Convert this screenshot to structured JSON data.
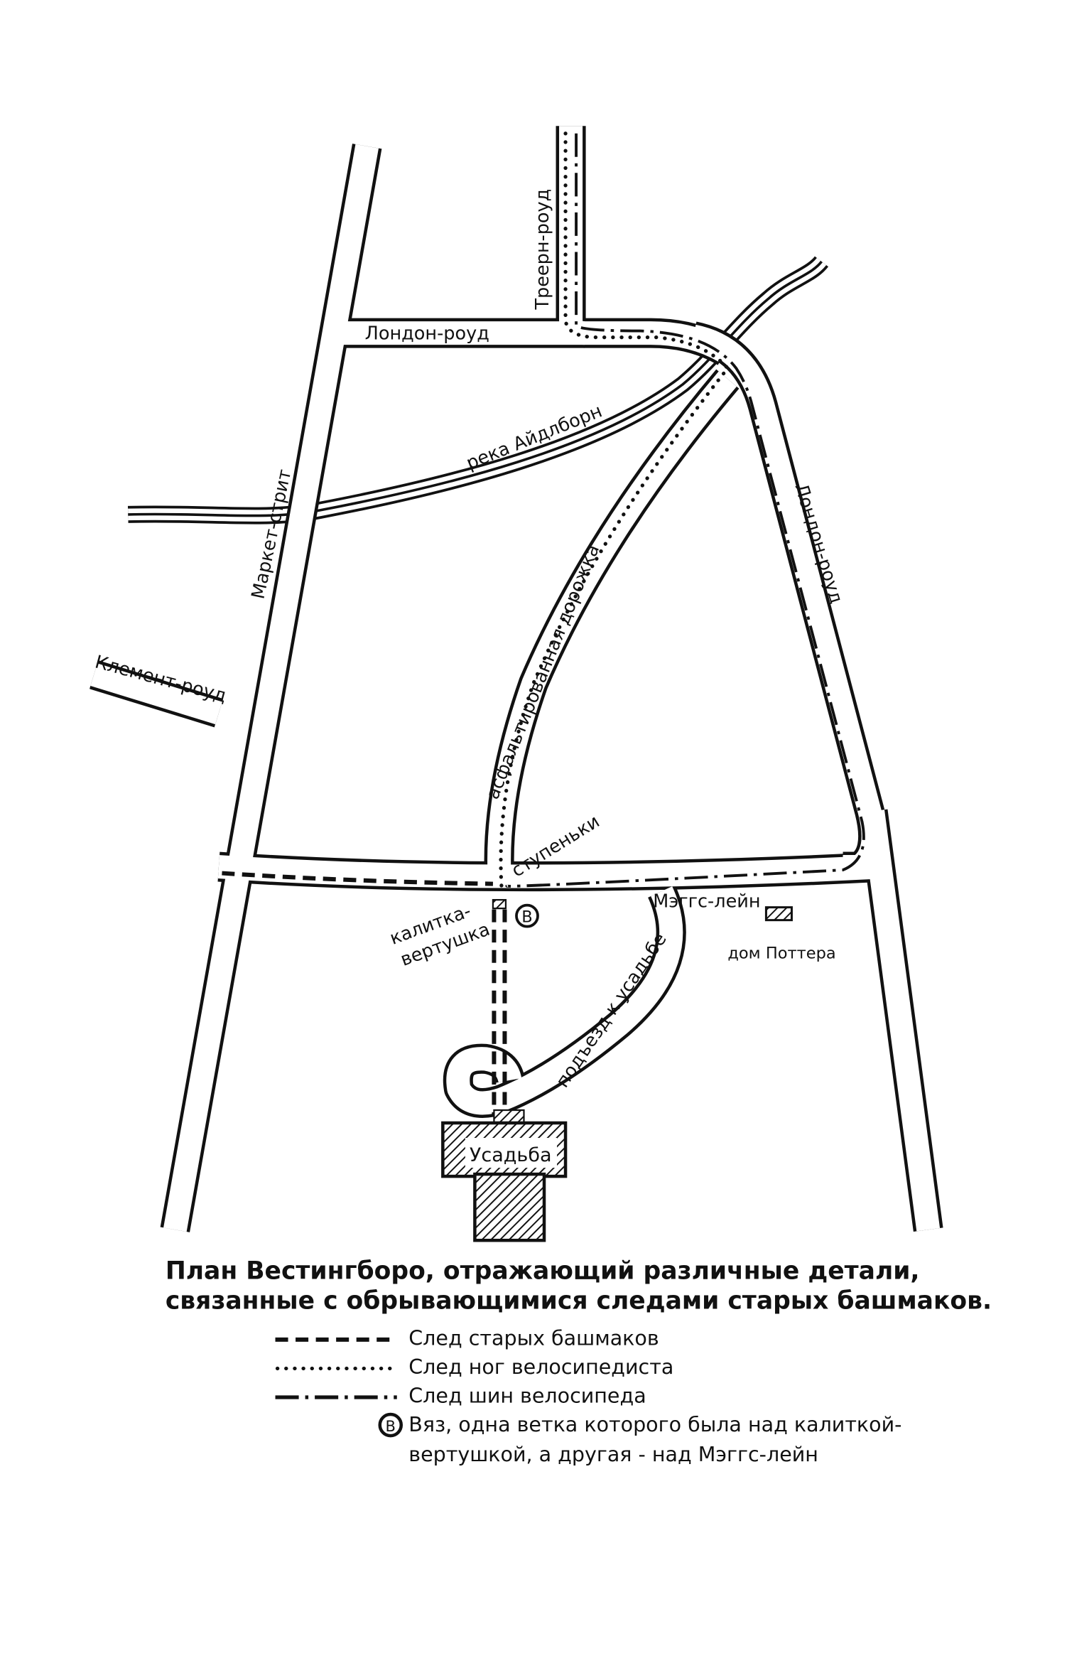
{
  "map": {
    "labels": {
      "treern_road": "Треерн-роуд",
      "london_road_top": "Лондон-роуд",
      "river": "река Айдлборн",
      "market_street": "Маркет-стрит",
      "clement_road": "Клемент-роуд",
      "asphalt_path": "асфальтированная дорожка",
      "london_road_right": "Лондон-роуд",
      "steps": "ступеньки",
      "maggs_lane": "Мэггс-лейн",
      "gate_line1": "калитка-",
      "gate_line2": "вертушка",
      "potter_house": "дом Поттера",
      "drive": "подъезд к усадьбе",
      "manor": "Усадьба",
      "elm_marker": "B"
    }
  },
  "caption": {
    "line1": "План Вестингборо, отражающий различные детали,",
    "line2": "связанные с обрывающимися следами старых башмаков."
  },
  "legend": {
    "items": [
      {
        "symbol": "dashed-line",
        "label": "След старых башмаков"
      },
      {
        "symbol": "dotted-line",
        "label": "След ног велосипедиста"
      },
      {
        "symbol": "dash-dot-line",
        "label": "След шин велосипеда"
      },
      {
        "symbol": "circle-b",
        "marker": "B",
        "label": "Вяз, одна ветка которого была над калиткой-",
        "label2": "вертушкой, а другая - над Мэггс-лейн"
      }
    ]
  }
}
